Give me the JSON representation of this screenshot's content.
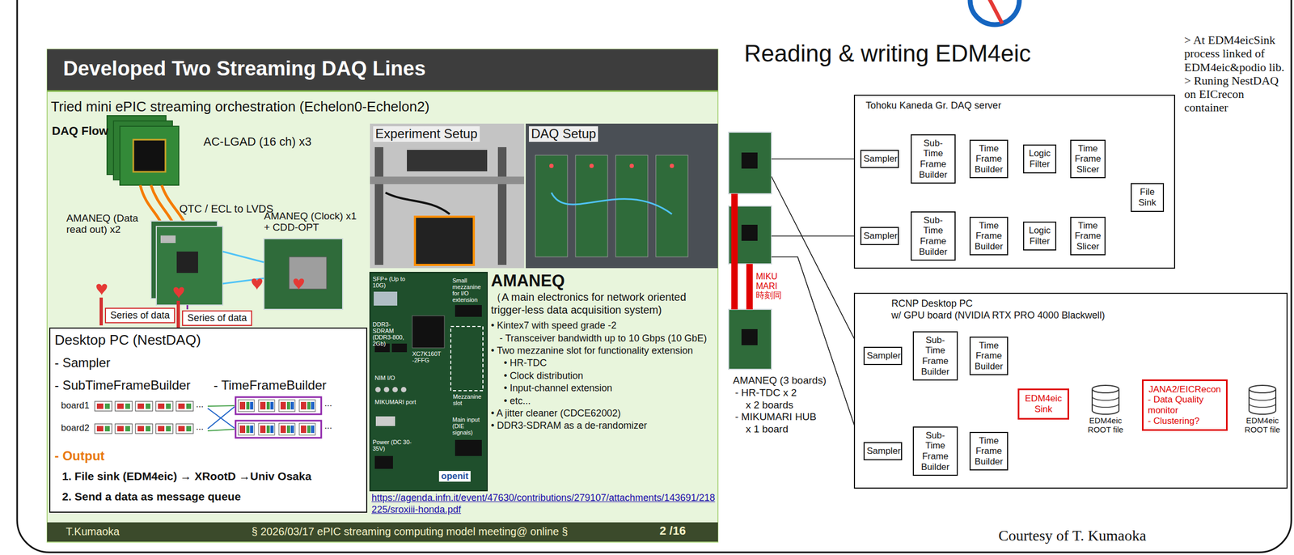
{
  "diagram": {
    "title": "Developed Two Streaming DAQ Lines",
    "caption": "Courtesy of T. Kumaoka",
    "nodes": [
      {
        "text": [
          "Series of data"
        ]
      },
      {
        "text": [
          "Series of data"
        ]
      },
      {
        "text": [
          "Desktop PC (NestDAQ)",
          "- Sampler",
          "- SubTimeFrameBuilder",
          "- TimeFrameBuilder",
          "board1",
          "board2",
          "- Output",
          "1. File sink (EDM4eic) → XRootD →Univ Osaka",
          "2. Send a data as message queue"
        ]
      },
      {
        "text": [
          "Tohoku Kaneda Gr. DAQ server"
        ]
      },
      {
        "text": [
          "Sampler"
        ],
        "in": 3
      },
      {
        "text": [
          "Sub-Time Frame Builder"
        ],
        "in": 3
      },
      {
        "text": [
          "Time Frame Builder"
        ],
        "in": 3
      },
      {
        "text": [
          "Logic Filter"
        ],
        "in": 3
      },
      {
        "text": [
          "Time Frame Slicer"
        ],
        "in": 3
      },
      {
        "text": [
          "Sampler"
        ],
        "in": 3
      },
      {
        "text": [
          "Sub-Time Frame Builder"
        ],
        "in": 3
      },
      {
        "text": [
          "Time Frame Builder"
        ],
        "in": 3
      },
      {
        "text": [
          "Logic Filter"
        ],
        "in": 3
      },
      {
        "text": [
          "Time Frame Slicer"
        ],
        "in": 3
      },
      {
        "text": [
          "File Sink"
        ],
        "in": 3
      },
      {
        "text": [
          "RCNP Desktop PC",
          "w/ GPU board (NVIDIA RTX PRO 4000 Blackwell)"
        ]
      },
      {
        "text": [
          "Sampler"
        ],
        "in": 15
      },
      {
        "text": [
          "Sub-Time Frame Builder"
        ],
        "in": 15
      },
      {
        "text": [
          "Time Frame Builder"
        ],
        "in": 15
      },
      {
        "text": [
          "Sampler"
        ],
        "in": 15
      },
      {
        "text": [
          "Sub-Time Frame Builder"
        ],
        "in": 15
      },
      {
        "text": [
          "Time Frame Builder"
        ],
        "in": 15
      },
      {
        "text": [
          "EDM4eic Sink"
        ],
        "in": 15
      },
      {
        "text": [
          "EDM4eic ROOT file"
        ],
        "in": 15
      },
      {
        "text": [
          "JANA2/EICRecon",
          "- Data Quality monitor",
          "- Clustering?"
        ],
        "in": 15
      },
      {
        "text": [
          "EDM4eic ROOT file"
        ],
        "in": 15
      }
    ],
    "edges": [
      {
        "from": 4,
        "to": 5,
        "arrow": "none"
      },
      {
        "from": 9,
        "to": 10,
        "arrow": "none"
      },
      {
        "from": 5,
        "to": 6,
        "arrow": "none"
      },
      {
        "from": 5,
        "to": 11,
        "arrow": "none"
      },
      {
        "from": 10,
        "to": 6,
        "arrow": "none"
      },
      {
        "from": 10,
        "to": 11,
        "arrow": "none"
      },
      {
        "from": 6,
        "to": 7,
        "arrow": "none"
      },
      {
        "from": 11,
        "to": 12,
        "arrow": "none"
      },
      {
        "from": 7,
        "to": 8,
        "arrow": "none"
      },
      {
        "from": 7,
        "to": 13,
        "arrow": "none"
      },
      {
        "from": 12,
        "to": 8,
        "arrow": "none"
      },
      {
        "from": 12,
        "to": 13,
        "arrow": "none"
      },
      {
        "from": 8,
        "to": 14,
        "arrow": "none"
      },
      {
        "from": 13,
        "to": 14,
        "arrow": "none"
      },
      {
        "from": 16,
        "to": 17,
        "arrow": "none"
      },
      {
        "from": 19,
        "to": 20,
        "arrow": "none"
      },
      {
        "from": 17,
        "to": 18,
        "arrow": "none"
      },
      {
        "from": 17,
        "to": 21,
        "arrow": "none"
      },
      {
        "from": 20,
        "to": 18,
        "arrow": "none"
      },
      {
        "from": 20,
        "to": 21,
        "arrow": "none"
      },
      {
        "from": 18,
        "to": 22,
        "arrow": "none"
      },
      {
        "from": 21,
        "to": 22,
        "arrow": "none"
      },
      {
        "from": 22,
        "to": 23,
        "arrow": "none"
      },
      {
        "from": 23,
        "to": 24,
        "arrow": "none"
      },
      {
        "from": 24,
        "to": 25,
        "arrow": "none"
      }
    ],
    "labels": [
      "Tried mini ePIC streaming orchestration (Echelon0-Echelon2)",
      "DAQ Flow",
      "AC-LGAD (16 ch) x3",
      "QTC / ECL to LVDS",
      "AMANEQ (Data read out) x2",
      "AMANEQ (Clock) x1 + CDD-OPT",
      "Experiment Setup",
      "DAQ Setup",
      "SFP+ (Up to 10G)",
      "Small mezzanine for I/O extension",
      "XC7K160T -2FFG",
      "DDR3-SDRAM (DDR3-800, 2Gb)",
      "Mezzanine slot",
      "NIM I/O",
      "MIKUMARI port",
      "Main input (DIE signals)",
      "Power (DC 30-35V)",
      "openit",
      "AMANEQ",
      "（A main electronics for network oriented trigger-less data acquisition system)",
      "• Kintex7 with speed grade -2",
      "- Transceiver bandwidth up to 10 Gbps (10 GbE)",
      "• Two mezzanine slot for functionality extension",
      "• HR-TDC",
      "• Clock distribution",
      "• Input-channel extension",
      "• etc...",
      "• A jitter cleaner (CDCE62002)",
      "• DDR3-SDRAM as a de-randomizer",
      "https://agenda.infn.it/event/47630/contributions/279107/attachments/143691/218225/sroxiii-honda.pdf",
      "T.Kumaoka",
      "§ 2026/03/17 ePIC streaming computing model meeting@ online §",
      "2 /16",
      "Reading & writing EDM4eic",
      "> At EDM4eicSink process linked of EDM4eic&podio lib.",
      "> Runing NestDAQ on EICrecon container",
      "MIKUMARI 時刻同",
      "AMANEQ (3 boards)",
      "- HR-TDC x 2",
      "x 2 boards",
      "- MIKUMARI HUB",
      "x 1 board",
      "...",
      "...",
      "...",
      "..."
    ]
  }
}
